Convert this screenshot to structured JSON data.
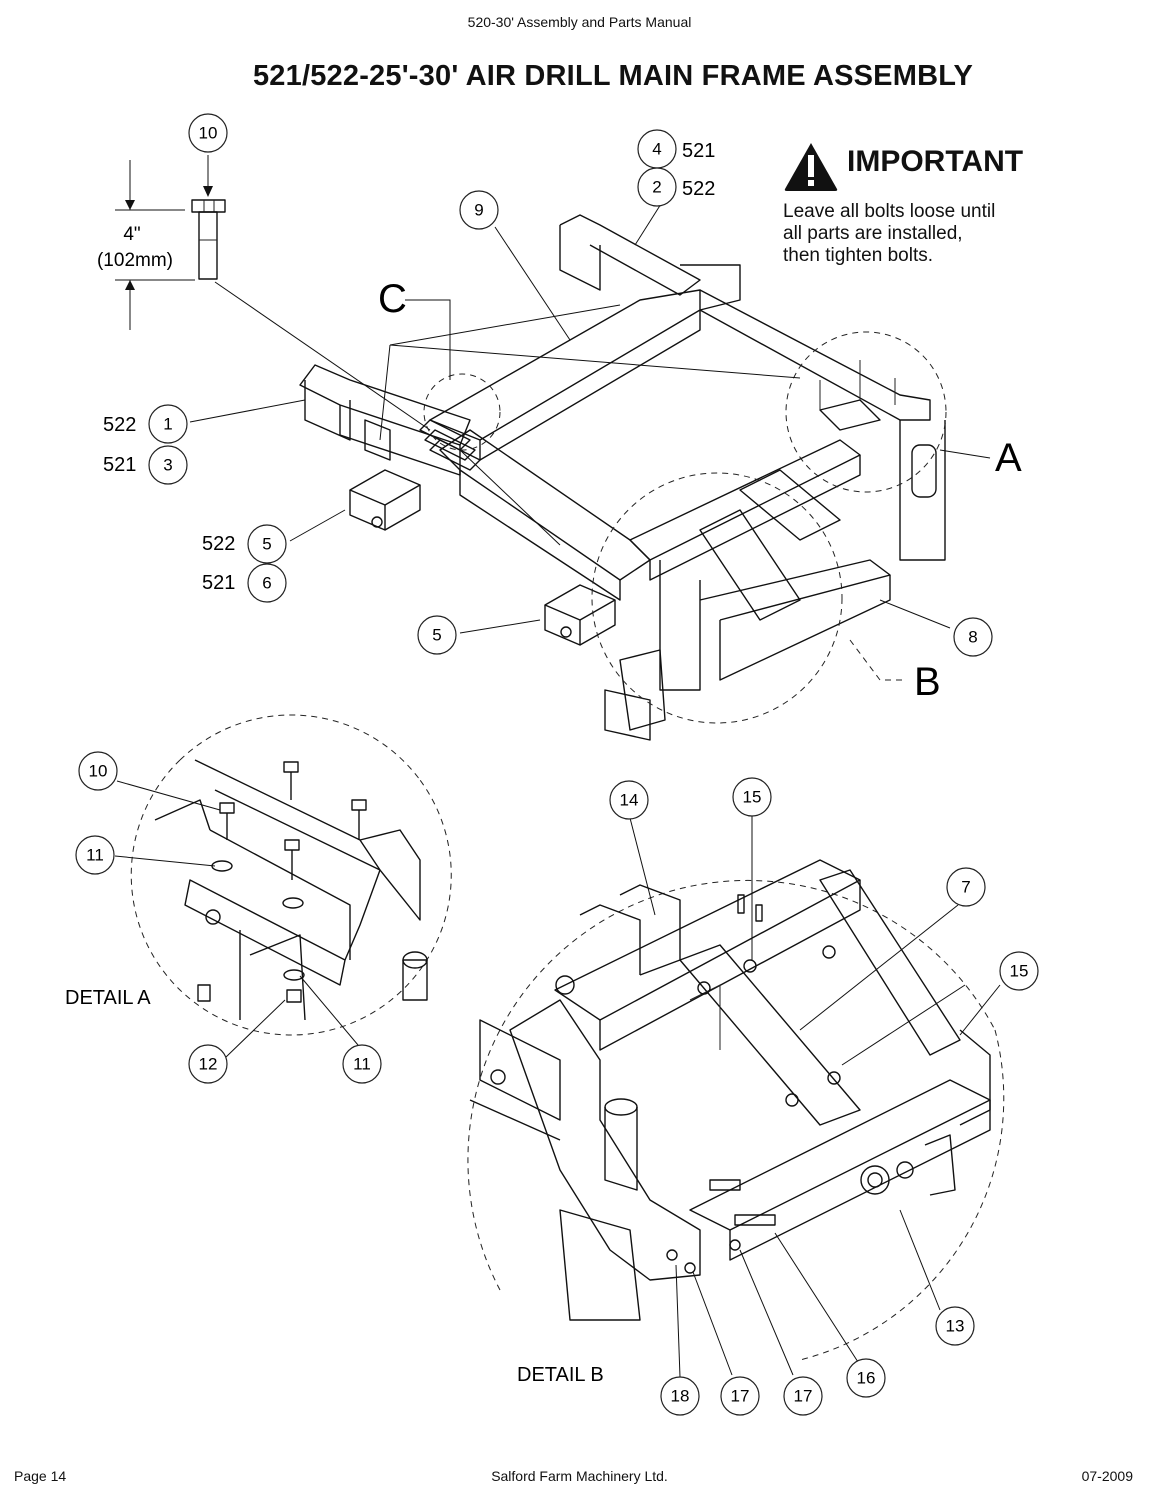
{
  "header": "520-30' Assembly and Parts Manual",
  "title": "521/522-25'-30' AIR DRILL MAIN FRAME ASSEMBLY",
  "important": {
    "heading": "IMPORTANT",
    "lines": [
      "Leave all bolts loose until",
      "all parts are installed,",
      "then tighten bolts."
    ]
  },
  "dimension": {
    "line1": "4\"",
    "line2": "(102mm)"
  },
  "main_callouts": {
    "c10": "10",
    "c9": "9",
    "c4": "4",
    "c2": "2",
    "c1": "1",
    "c3": "3",
    "c5a": "5",
    "c6": "6",
    "c5b": "5",
    "c8": "8"
  },
  "models": {
    "m4": "521",
    "m2": "522",
    "m1": "522",
    "m3": "521",
    "m5": "522",
    "m6": "521"
  },
  "detail_letters": {
    "a": "A",
    "b": "B",
    "c": "C"
  },
  "detail_a": {
    "label": "DETAIL A",
    "callouts": {
      "c10": "10",
      "c11a": "11",
      "c12": "12",
      "c11b": "11"
    }
  },
  "detail_b": {
    "label": "DETAIL B",
    "callouts": {
      "c14": "14",
      "c15a": "15",
      "c7": "7",
      "c15b": "15",
      "c13": "13",
      "c16": "16",
      "c17a": "17",
      "c17b": "17",
      "c18": "18"
    }
  },
  "footer": {
    "left": "Page 14",
    "center": "Salford Farm Machinery Ltd.",
    "right": "07-2009"
  }
}
